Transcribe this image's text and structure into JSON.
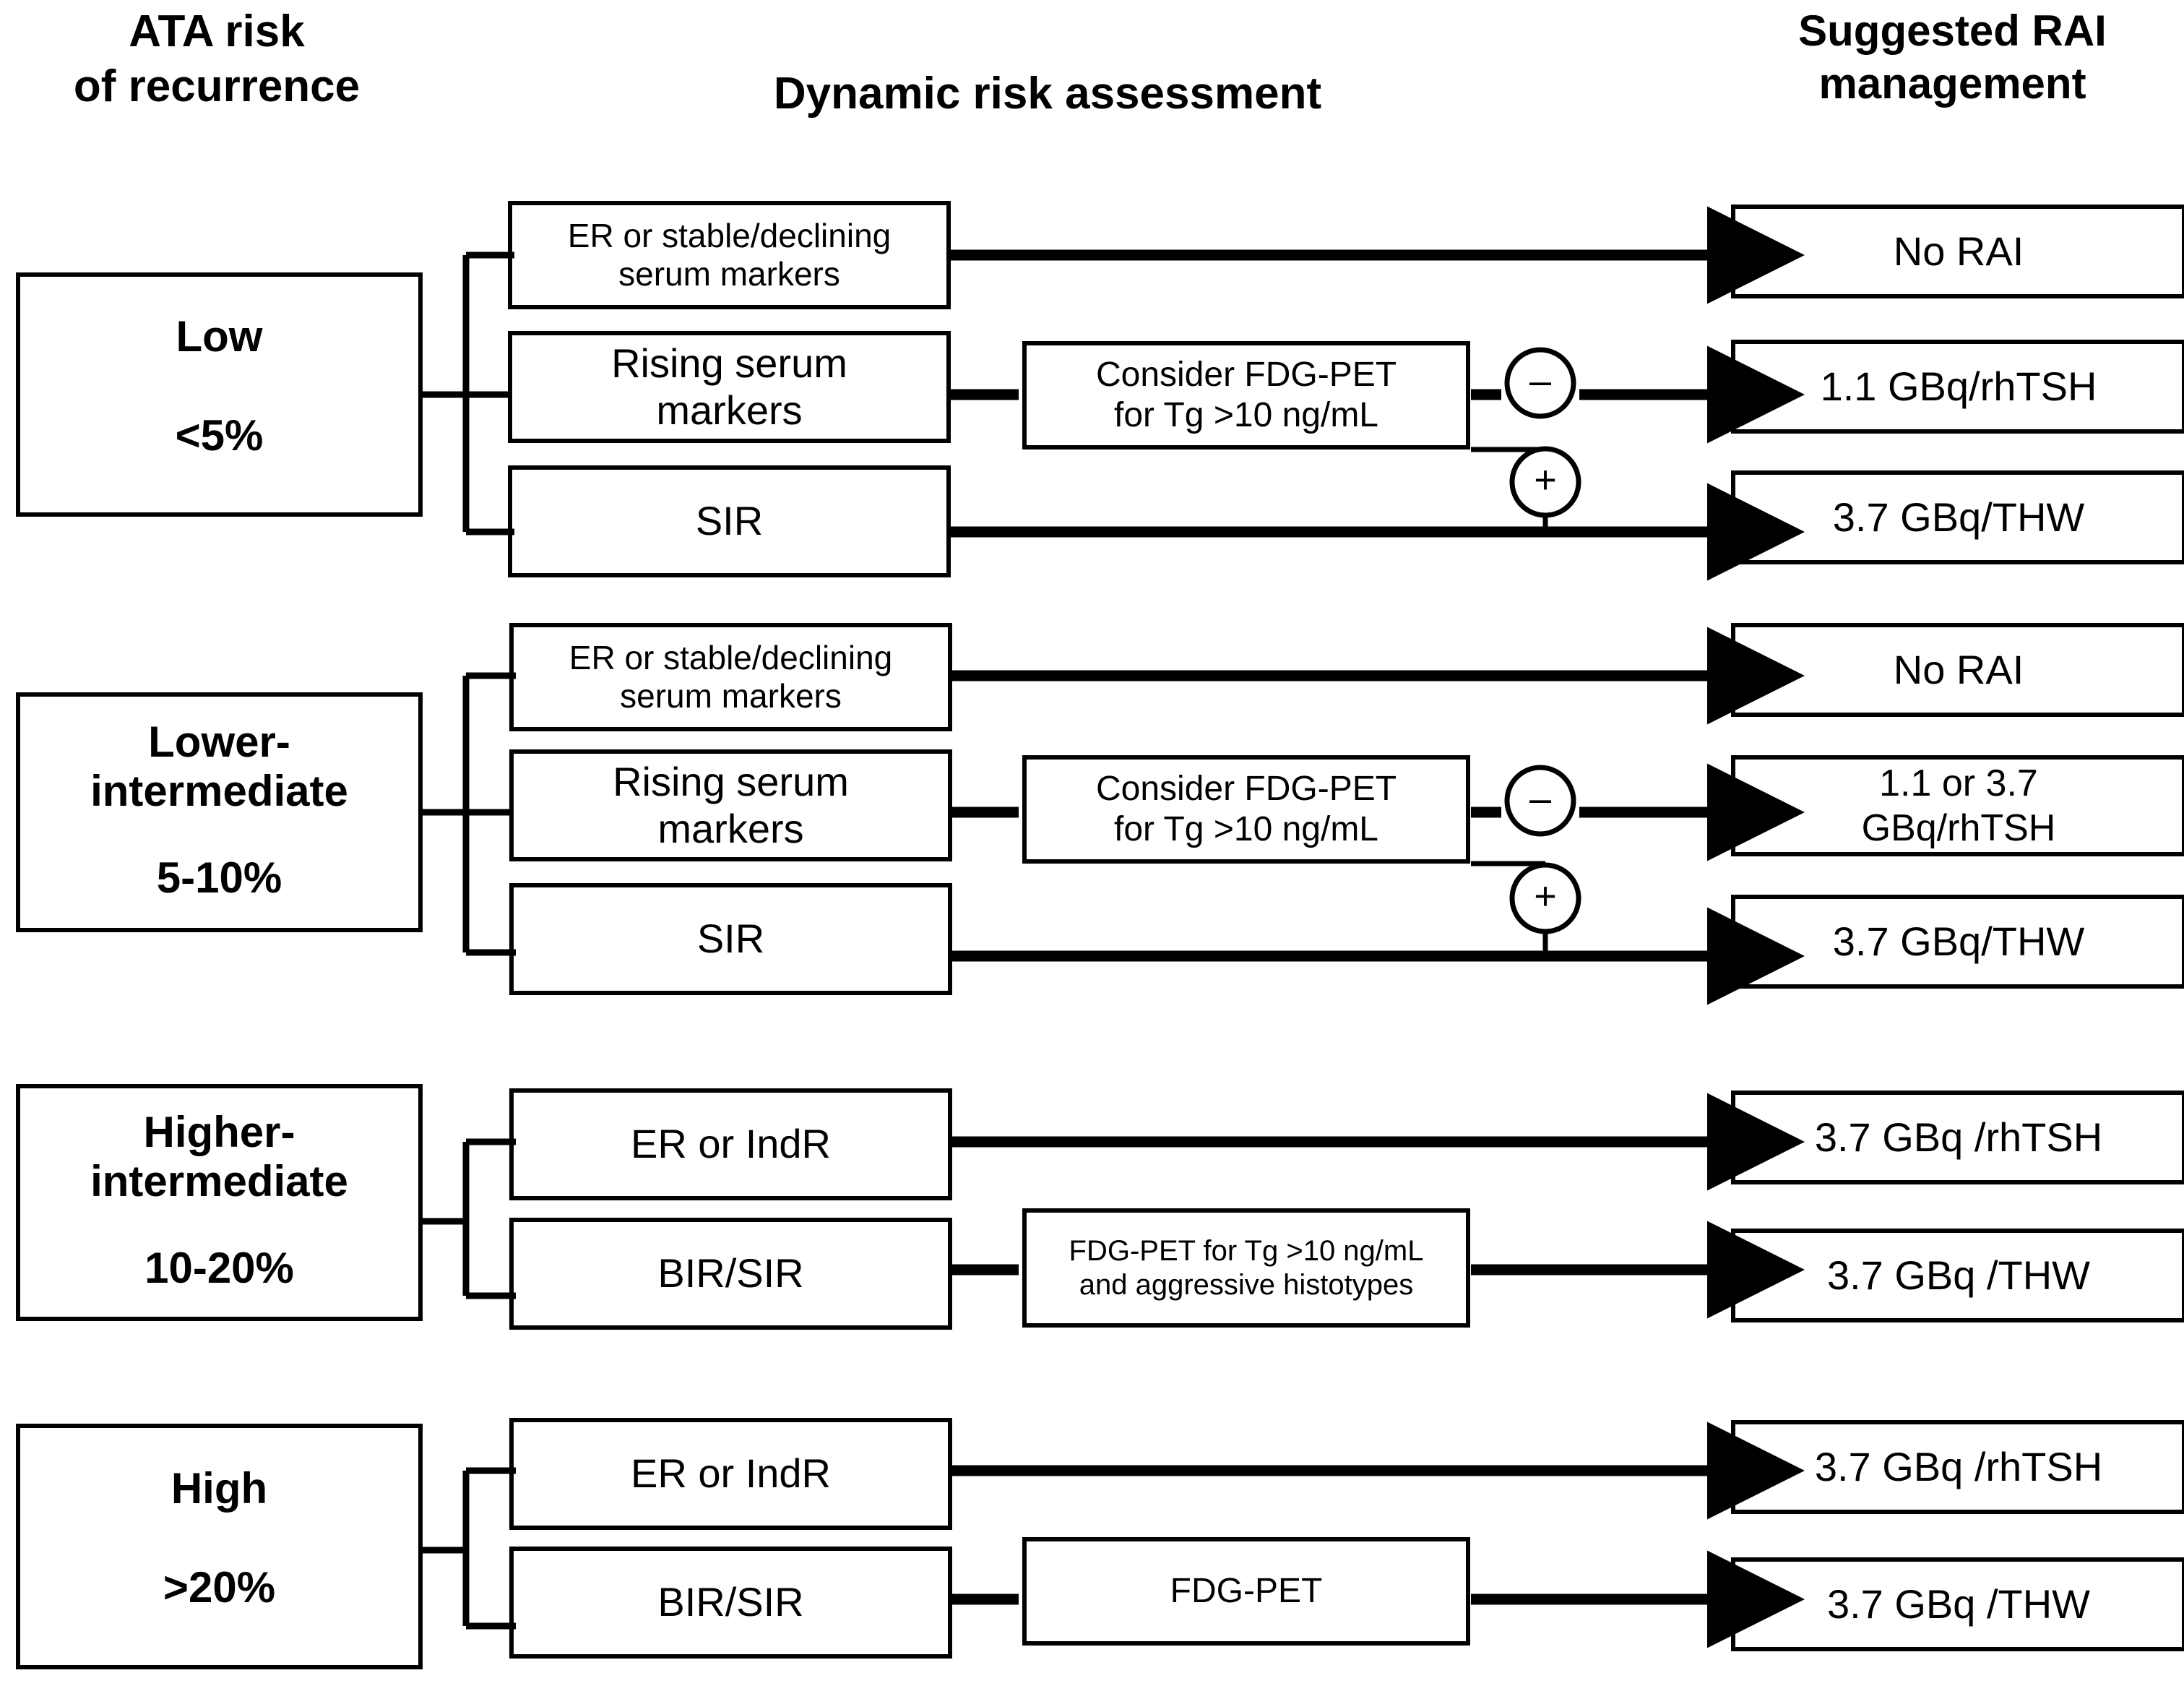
{
  "headers": {
    "ata": "ATA risk\nof recurrence",
    "dynamic": "Dynamic risk assessment",
    "rai": "Suggested RAI\nmanagement"
  },
  "symbols": {
    "minus": "–",
    "plus": "+"
  },
  "sections": [
    {
      "id": "low",
      "risk": {
        "title": "Low",
        "percent": "<5%"
      },
      "assessments": [
        {
          "label": "ER or stable/declining\nserum markers"
        },
        {
          "label": "Rising serum\nmarkers"
        },
        {
          "label": "SIR"
        }
      ],
      "intermediate": [
        {
          "label": "Consider  FDG-PET\nfor Tg >10 ng/mL"
        }
      ],
      "outcomes": [
        {
          "label": "No RAI"
        },
        {
          "label": "1.1 GBq/rhTSH"
        },
        {
          "label": "3.7 GBq/THW"
        }
      ]
    },
    {
      "id": "lower-intermediate",
      "risk": {
        "title": "Lower-\nintermediate",
        "percent": "5-10%"
      },
      "assessments": [
        {
          "label": "ER or stable/declining\nserum markers"
        },
        {
          "label": "Rising serum\nmarkers"
        },
        {
          "label": "SIR"
        }
      ],
      "intermediate": [
        {
          "label": "Consider FDG-PET\nfor Tg >10 ng/mL"
        }
      ],
      "outcomes": [
        {
          "label": "No RAI"
        },
        {
          "label": "1.1 or 3.7\nGBq/rhTSH"
        },
        {
          "label": "3.7 GBq/THW"
        }
      ]
    },
    {
      "id": "higher-intermediate",
      "risk": {
        "title": "Higher-\nintermediate",
        "percent": "10-20%"
      },
      "assessments": [
        {
          "label": "ER or IndR"
        },
        {
          "label": "BIR/SIR"
        }
      ],
      "intermediate": [
        {
          "label": "FDG-PET for Tg >10 ng/mL\nand aggressive histotypes"
        }
      ],
      "outcomes": [
        {
          "label": "3.7 GBq /rhTSH"
        },
        {
          "label": "3.7 GBq /THW"
        }
      ]
    },
    {
      "id": "high",
      "risk": {
        "title": "High",
        "percent": ">20%"
      },
      "assessments": [
        {
          "label": "ER or IndR"
        },
        {
          "label": "BIR/SIR"
        }
      ],
      "intermediate": [
        {
          "label": "FDG-PET"
        }
      ],
      "outcomes": [
        {
          "label": "3.7 GBq /rhTSH"
        },
        {
          "label": "3.7 GBq /THW"
        }
      ]
    }
  ]
}
